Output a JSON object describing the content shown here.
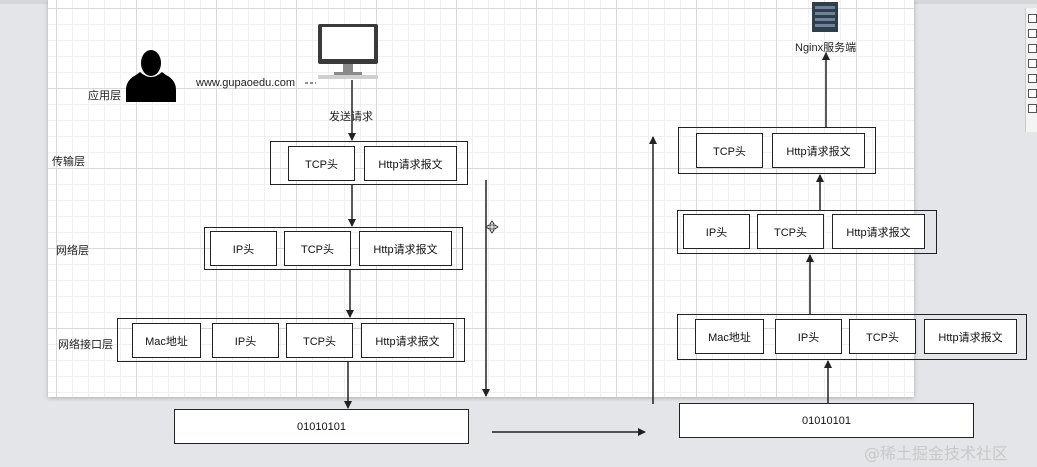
{
  "layers": {
    "application": "应用层",
    "transport": "传输层",
    "network": "网络层",
    "link": "网络接口层"
  },
  "url": "www.gupaoedu.com",
  "send_request": "发送请求",
  "server_label": "Nginx服务端",
  "headers": {
    "tcp": "TCP头",
    "http": "Http请求报文",
    "ip": "IP头",
    "mac": "Mac地址"
  },
  "binary": "01010101",
  "watermark": "@稀土掘金技术社区",
  "icons": {
    "user": "person-silhouette-icon",
    "computer": "desktop-computer-icon",
    "server": "server-rack-icon",
    "cursor": "move-cursor-icon"
  },
  "colors": {
    "stroke": "#222222",
    "grid": "#d9d9d9",
    "background": "#e4e5e9"
  }
}
